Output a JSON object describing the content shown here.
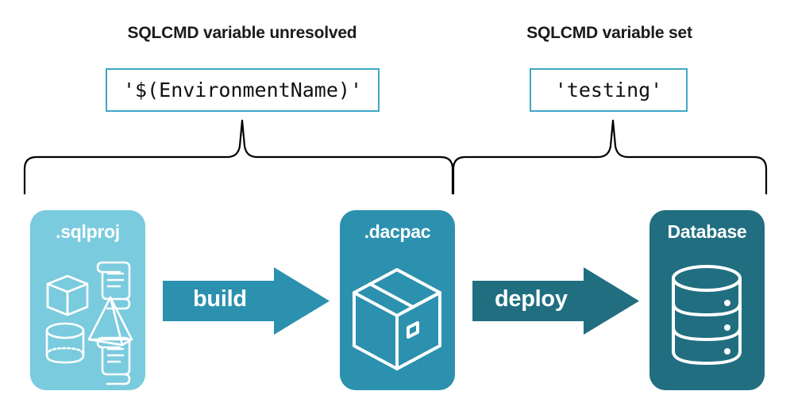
{
  "diagram": {
    "title_implicit": "SQLCMD variable resolution across build and deploy",
    "background_color": "#ffffff"
  },
  "colors": {
    "light_teal": "#7acbde",
    "mid_teal": "#2b91ae",
    "dark_teal": "#216e81",
    "border_teal": "#3fa8c6",
    "text_dark": "#1a1a1a",
    "text_white": "#ffffff",
    "brace_stroke": "#000000"
  },
  "annotations": [
    {
      "id": "left",
      "heading": "SQLCMD variable unresolved",
      "value": "'$(EnvironmentName)'"
    },
    {
      "id": "right",
      "heading": "SQLCMD variable set",
      "value": "'testing'"
    }
  ],
  "stages": [
    {
      "id": "sqlproj",
      "label": ".sqlproj",
      "fill": "#7acbde",
      "icons": [
        "cube-icon",
        "scroll-icon",
        "pyramid-icon",
        "cylinder-icon",
        "scroll-icon"
      ]
    },
    {
      "id": "dacpac",
      "label": ".dacpac",
      "fill": "#2b91ae",
      "icons": [
        "package-box-icon"
      ]
    },
    {
      "id": "database",
      "label": "Database",
      "fill": "#216e81",
      "icons": [
        "database-cylinder-icon"
      ]
    }
  ],
  "arrows": [
    {
      "id": "build",
      "label": "build",
      "fill": "#2b91ae",
      "from": "sqlproj",
      "to": "dacpac"
    },
    {
      "id": "deploy",
      "label": "deploy",
      "fill": "#216e81",
      "from": "dacpac",
      "to": "database"
    }
  ]
}
